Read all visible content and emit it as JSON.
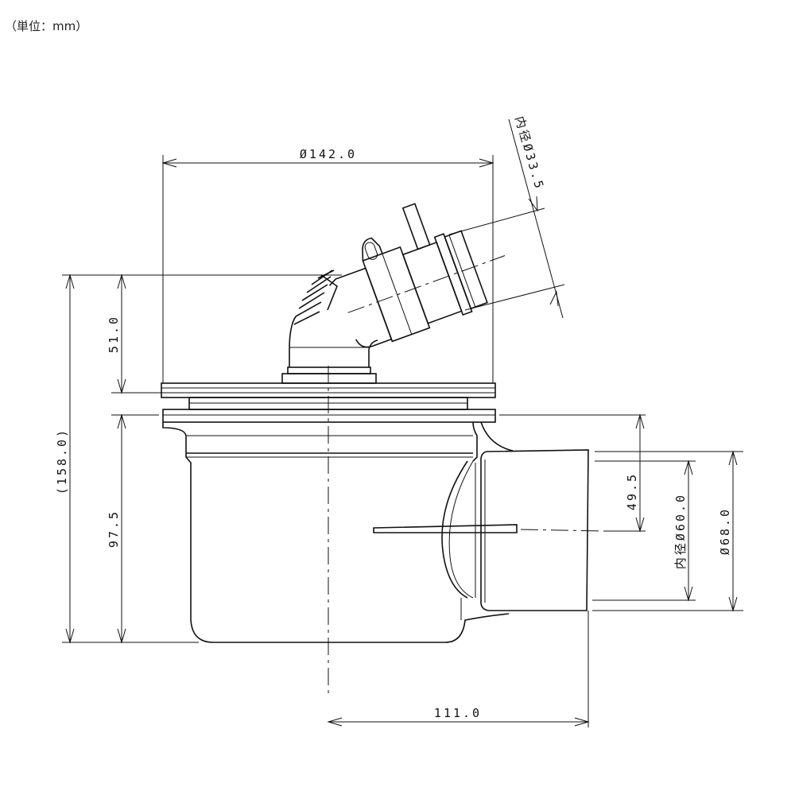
{
  "unit_note": "（単位：mm）",
  "dimensions": {
    "top_diameter": "Ø142.0",
    "elbow_inner_diameter": "内径Ø33.5",
    "elbow_height": "51.0",
    "total_height": "(158.0)",
    "body_height": "97.5",
    "outlet_horizontal": "111.0",
    "outlet_center_height": "49.5",
    "outlet_inner_diameter": "内径Ø60.0",
    "outlet_outer_diameter": "Ø68.0"
  }
}
